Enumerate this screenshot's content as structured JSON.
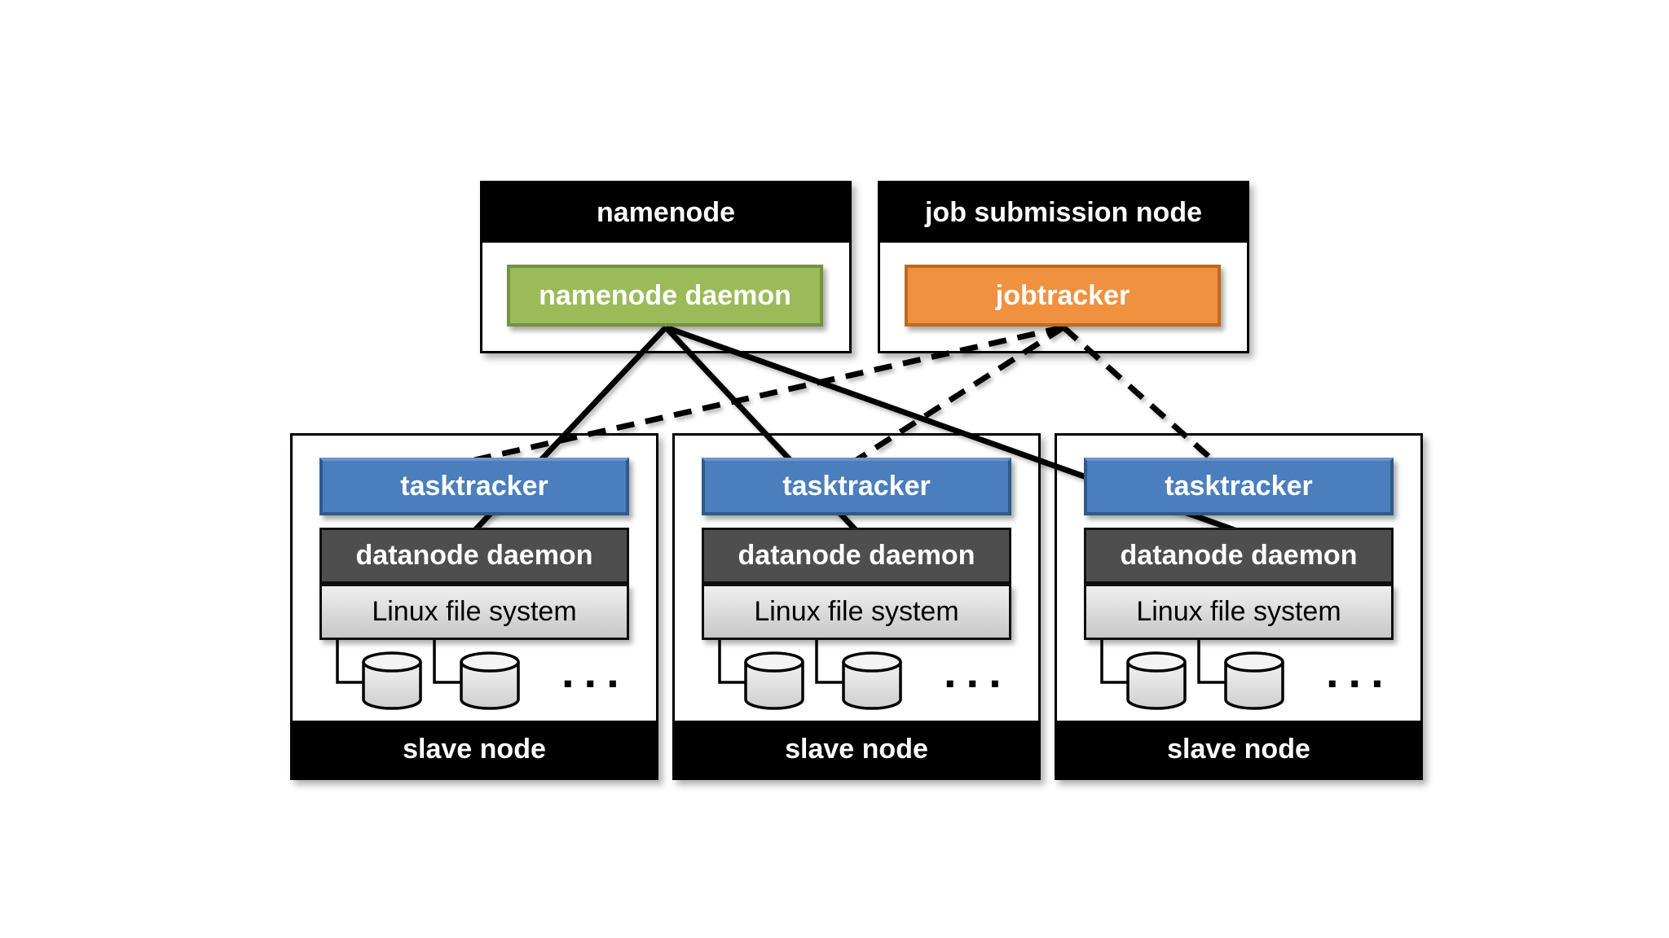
{
  "masters": [
    {
      "title": "namenode",
      "daemon": "namenode daemon"
    },
    {
      "title": "job submission node",
      "daemon": "jobtracker"
    }
  ],
  "slaves": [
    {
      "tasktracker": "tasktracker",
      "datanode": "datanode daemon",
      "filesystem": "Linux file system",
      "footer": "slave node",
      "ellipsis": "..."
    },
    {
      "tasktracker": "tasktracker",
      "datanode": "datanode daemon",
      "filesystem": "Linux file system",
      "footer": "slave node",
      "ellipsis": "..."
    },
    {
      "tasktracker": "tasktracker",
      "datanode": "datanode daemon",
      "filesystem": "Linux file system",
      "footer": "slave node",
      "ellipsis": "..."
    }
  ],
  "edges": [
    {
      "from": "namenode daemon",
      "to": "datanode daemon (slave 1)",
      "style": "solid"
    },
    {
      "from": "namenode daemon",
      "to": "datanode daemon (slave 2)",
      "style": "solid"
    },
    {
      "from": "namenode daemon",
      "to": "datanode daemon (slave 3)",
      "style": "solid"
    },
    {
      "from": "jobtracker",
      "to": "tasktracker (slave 1)",
      "style": "dashed"
    },
    {
      "from": "jobtracker",
      "to": "tasktracker (slave 2)",
      "style": "dashed"
    },
    {
      "from": "jobtracker",
      "to": "tasktracker (slave 3)",
      "style": "dashed"
    }
  ],
  "colors": {
    "canvas_bg": "#ffffff",
    "header_bg": "#000000",
    "header_text": "#ffffff",
    "namenode_daemon_fill": "#9BBB59",
    "namenode_daemon_border": "#75923C",
    "jobtracker_fill": "#F0913F",
    "jobtracker_border": "#BE6A1F",
    "tasktracker_fill": "#4A7EBD",
    "tasktracker_border": "#2E5A8C",
    "datanode_fill": "#4E4E4E",
    "filesystem_fill": "#D9D9D9",
    "line_color": "#000000"
  }
}
